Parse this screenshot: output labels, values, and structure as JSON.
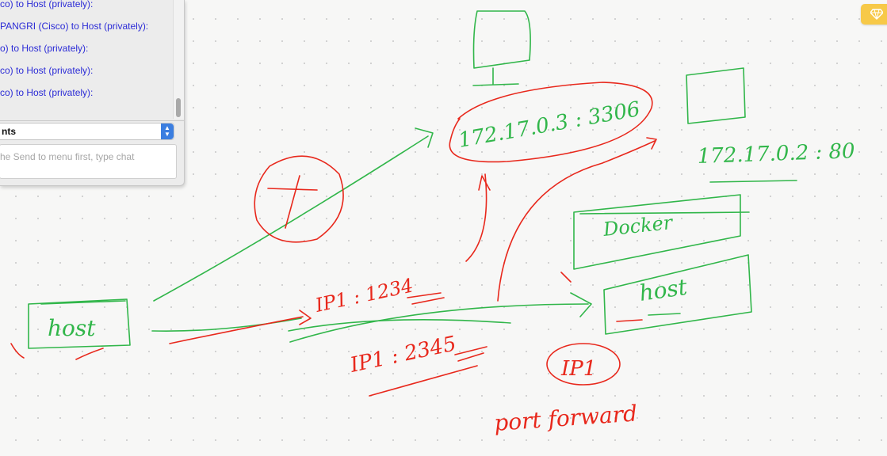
{
  "chat": {
    "messages": [
      "co) to Host (privately):",
      "PANGRI (Cisco) to Host (privately):",
      "o) to Host (privately):",
      "co) to Host (privately):",
      "co) to Host (privately):"
    ],
    "recipient": "nts",
    "input_placeholder": "he Send to menu first, type chat"
  },
  "toolbar": {
    "gem_icon": "gem-icon",
    "gem_color": "#f7c948"
  },
  "colors": {
    "ink_green": "#31b64a",
    "ink_red": "#e8281c",
    "chat_text": "#2b2bd6"
  },
  "sketch": {
    "host_left": "host",
    "ip_top": "172.17.0.3 : 3306",
    "ip_right": "172.17.0.2 : 80",
    "docker_label": "Docker",
    "host_right": "host",
    "ip_1234": "IP1 : 1234",
    "ip_2345": "IP1 : 2345",
    "ip1_circle": "IP1",
    "port_forward": "port forward"
  }
}
